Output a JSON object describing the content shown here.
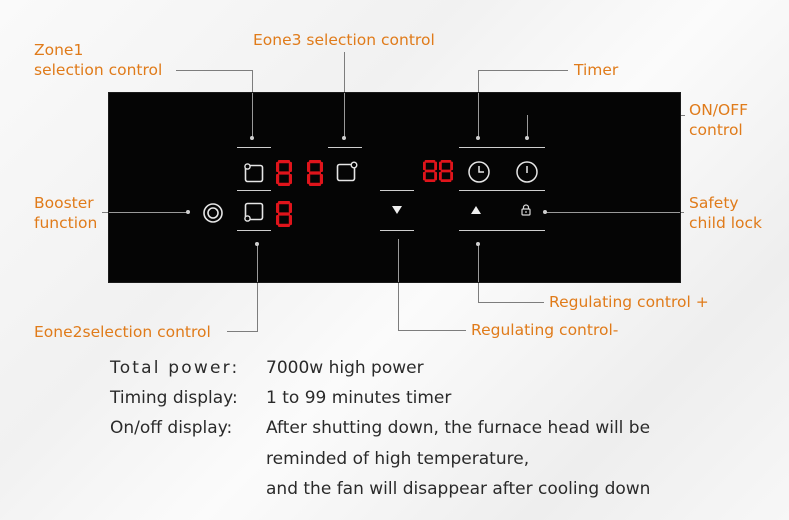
{
  "labels": {
    "zone1": [
      "Zone1",
      "selection control"
    ],
    "zone3": "Eone3 selection control",
    "timer": "Timer",
    "onoff": [
      "ON/OFF",
      "control"
    ],
    "booster": [
      "Booster",
      "function"
    ],
    "safety": [
      "Safety",
      "child lock"
    ],
    "reg_plus": "Regulating control +",
    "reg_minus": "Regulating control-",
    "zone2": "Eone2selection control"
  },
  "displays": {
    "zone1_left": "8",
    "zone1_right": "8",
    "zone2": "8",
    "timer": "88"
  },
  "specs": [
    {
      "key": "Total power:",
      "value": "7000w high power"
    },
    {
      "key": "Timing display:",
      "value": "1 to 99 minutes timer"
    },
    {
      "key": "On/off display:",
      "value": "After shutting down, the furnace head will be"
    }
  ],
  "spec_continuation": [
    "reminded of high temperature,",
    "and the fan will disappear after cooling down"
  ],
  "colors": {
    "callout": "#e07b1a",
    "segment_red": "#e0141b",
    "panel": "#050505"
  },
  "icons": [
    "zone-select-icon",
    "booster-icon",
    "minus-arrow-icon",
    "plus-arrow-icon",
    "lock-icon",
    "clock-icon",
    "power-icon"
  ]
}
